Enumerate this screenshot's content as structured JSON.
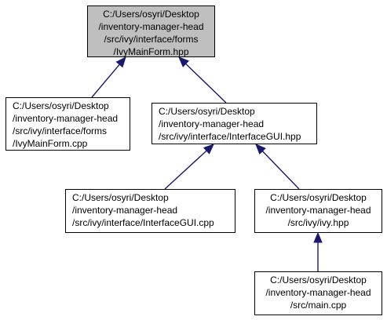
{
  "diagram": {
    "nodes": [
      {
        "id": "ivymainform-hpp",
        "lines": [
          "C:/Users/osyri/Desktop",
          "/inventory-manager-head",
          "/src/ivy/interface/forms",
          "/IvyMainForm.hpp"
        ],
        "highlighted": true
      },
      {
        "id": "ivymainform-cpp",
        "lines": [
          "C:/Users/osyri/Desktop",
          "/inventory-manager-head",
          "/src/ivy/interface/forms",
          "/IvyMainForm.cpp"
        ],
        "highlighted": false
      },
      {
        "id": "interfacegui-hpp",
        "lines": [
          "C:/Users/osyri/Desktop",
          "/inventory-manager-head",
          "/src/ivy/interface/InterfaceGUI.hpp"
        ],
        "highlighted": false
      },
      {
        "id": "interfacegui-cpp",
        "lines": [
          "C:/Users/osyri/Desktop",
          "/inventory-manager-head",
          "/src/ivy/interface/InterfaceGUI.cpp"
        ],
        "highlighted": false
      },
      {
        "id": "ivy-hpp",
        "lines": [
          "C:/Users/osyri/Desktop",
          "/inventory-manager-head",
          "/src/ivy/ivy.hpp"
        ],
        "highlighted": false
      },
      {
        "id": "main-cpp",
        "lines": [
          "C:/Users/osyri/Desktop",
          "/inventory-manager-head",
          "/src/main.cpp"
        ],
        "highlighted": false
      }
    ],
    "edges": [
      {
        "from": "ivymainform-cpp",
        "to": "ivymainform-hpp"
      },
      {
        "from": "interfacegui-hpp",
        "to": "ivymainform-hpp"
      },
      {
        "from": "interfacegui-cpp",
        "to": "interfacegui-hpp"
      },
      {
        "from": "ivy-hpp",
        "to": "interfacegui-hpp"
      },
      {
        "from": "main-cpp",
        "to": "ivy-hpp"
      }
    ],
    "colors": {
      "edge": "#191970",
      "highlight_fill": "#bfbfbf",
      "border": "#000000"
    }
  }
}
